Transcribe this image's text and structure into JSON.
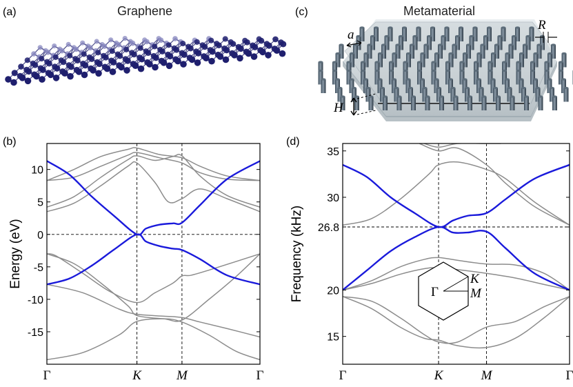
{
  "panels": {
    "a": {
      "label": "(a)",
      "title": "Graphene"
    },
    "b": {
      "label": "(b)"
    },
    "c": {
      "label": "(c)",
      "title": "Metamaterial",
      "dim_a": "a",
      "dim_R": "R",
      "dim_H": "H"
    },
    "d": {
      "label": "(d)"
    }
  },
  "inset": {
    "gamma": "Γ",
    "k": "K",
    "m": "M"
  },
  "colors": {
    "highlight": "#1a1adb",
    "other": "#8c8c8c",
    "atom": "#1f1f6e",
    "atom_light": "#8a8ac0"
  },
  "chart_data": [
    {
      "type": "line",
      "panel": "b",
      "ylabel": "Energy  (eV)",
      "xticks": [
        "Γ",
        "K",
        "M",
        "Γ"
      ],
      "xtick_pos": [
        0,
        1,
        1.5,
        2.366
      ],
      "ylim": [
        -20,
        14
      ],
      "yticks": [
        10,
        5,
        0,
        -5,
        -10,
        -15
      ],
      "hlines": [
        0
      ],
      "vlines": [
        1,
        1.5
      ],
      "series": [
        {
          "role": "highlight",
          "x": [
            0,
            0.25,
            0.5,
            0.75,
            1,
            1.1,
            1.25,
            1.4,
            1.5,
            1.7,
            2.0,
            2.366
          ],
          "y": [
            11.3,
            9.2,
            5.8,
            2.8,
            0,
            0.9,
            1.5,
            1.7,
            1.8,
            4.5,
            8.5,
            11.3
          ]
        },
        {
          "role": "highlight",
          "x": [
            0,
            0.25,
            0.5,
            0.75,
            1,
            1.1,
            1.25,
            1.4,
            1.5,
            1.7,
            2.0,
            2.366
          ],
          "y": [
            -7.7,
            -6.8,
            -4.8,
            -2.3,
            0,
            -1.1,
            -1.8,
            -2.2,
            -2.4,
            -3.8,
            -6.3,
            -7.7
          ]
        },
        {
          "role": "other",
          "x": [
            0,
            0.3,
            0.6,
            0.9,
            1,
            1.25,
            1.5,
            1.7,
            2.0,
            2.366
          ],
          "y": [
            8.3,
            10.0,
            12.0,
            13.1,
            13.3,
            12.3,
            11.8,
            10.5,
            9.0,
            8.3
          ]
        },
        {
          "role": "other",
          "x": [
            0,
            0.3,
            0.6,
            0.9,
            1,
            1.25,
            1.5,
            1.7,
            2.0,
            2.366
          ],
          "y": [
            8.3,
            8.8,
            10.5,
            12.2,
            12.6,
            11.8,
            11.0,
            9.5,
            8.5,
            8.3
          ]
        },
        {
          "role": "other",
          "x": [
            0,
            0.3,
            0.6,
            0.9,
            1,
            1.2,
            1.4,
            1.5,
            1.7,
            2.0,
            2.366
          ],
          "y": [
            4.2,
            5.8,
            8.8,
            11.5,
            12.1,
            11.4,
            12.0,
            12.1,
            9.0,
            6.0,
            4.2
          ]
        },
        {
          "role": "other",
          "x": [
            0,
            0.3,
            0.6,
            0.9,
            1,
            1.2,
            1.35,
            1.5,
            1.7,
            2.0,
            2.366
          ],
          "y": [
            3.5,
            4.8,
            7.5,
            10.5,
            11.0,
            8.0,
            5.0,
            5.5,
            7.0,
            5.5,
            3.5
          ]
        },
        {
          "role": "other",
          "x": [
            0,
            0.1,
            0.4,
            0.7,
            1,
            1.2,
            1.4,
            1.5,
            1.6,
            1.8,
            2.366
          ],
          "y": [
            -3.0,
            -3.3,
            -6.0,
            -8.8,
            -10.5,
            -9.0,
            -7.5,
            -6.4,
            -6.3,
            -5.5,
            -3.0
          ]
        },
        {
          "role": "other",
          "x": [
            0,
            0.3,
            0.6,
            0.9,
            1,
            1.3,
            1.5,
            1.8,
            2.1,
            2.366
          ],
          "y": [
            -3.0,
            -4.5,
            -7.5,
            -11.0,
            -12.5,
            -13.0,
            -13.2,
            -10.0,
            -6.5,
            -3.0
          ]
        },
        {
          "role": "other",
          "x": [
            0,
            0.4,
            0.8,
            1,
            1.3,
            1.5,
            1.7,
            2.0,
            2.366
          ],
          "y": [
            -7.7,
            -9.0,
            -11.5,
            -12.3,
            -12.6,
            -12.8,
            -13.5,
            -14.5,
            -15.8
          ]
        },
        {
          "role": "other",
          "x": [
            0,
            0.4,
            0.8,
            1,
            1.3,
            1.5,
            1.8,
            2.1,
            2.366
          ],
          "y": [
            -19.3,
            -18.2,
            -15.5,
            -13.4,
            -13.0,
            -13.5,
            -15.5,
            -18.0,
            -19.3
          ]
        }
      ]
    },
    {
      "type": "line",
      "panel": "d",
      "ylabel": "Frequency  (kHz)",
      "xticks": [
        "Γ",
        "K",
        "M",
        "Γ"
      ],
      "xtick_pos": [
        0,
        1,
        1.5,
        2.366
      ],
      "ylim": [
        12,
        35.8
      ],
      "yticks": [
        35,
        30,
        26.8,
        20,
        15
      ],
      "hlines": [
        26.8
      ],
      "vlines": [
        1,
        1.5
      ],
      "series": [
        {
          "role": "highlight",
          "x": [
            0,
            0.25,
            0.5,
            0.75,
            1,
            1.15,
            1.3,
            1.5,
            1.7,
            2.0,
            2.366
          ],
          "y": [
            33.5,
            32.2,
            30.0,
            28.3,
            26.8,
            27.5,
            28.0,
            28.3,
            29.8,
            32.0,
            33.5
          ]
        },
        {
          "role": "highlight",
          "x": [
            0,
            0.25,
            0.5,
            0.75,
            1,
            1.15,
            1.3,
            1.5,
            1.7,
            2.0,
            2.366
          ],
          "y": [
            20.0,
            22.1,
            24.2,
            25.7,
            26.8,
            26.2,
            26.2,
            26.3,
            24.5,
            21.8,
            20.0
          ]
        },
        {
          "role": "other",
          "x": [
            0,
            0.3,
            0.6,
            0.9,
            1,
            1.2,
            1.5,
            1.7,
            2.0,
            2.366
          ],
          "y": [
            27.0,
            27.7,
            29.8,
            32.5,
            33.5,
            33.8,
            33.0,
            32.0,
            29.5,
            27.0
          ]
        },
        {
          "role": "other",
          "x": [
            0.8,
            1,
            1.2,
            1.5,
            1.7,
            2.0,
            2.366
          ],
          "y": [
            35.8,
            35.0,
            35.3,
            33.5,
            31.5,
            29.0,
            27.0
          ]
        },
        {
          "role": "other",
          "x": [
            0.85,
            1,
            1.2,
            1.5,
            1.65
          ],
          "y": [
            35.8,
            35.4,
            35.8,
            35.8,
            35.8
          ]
        },
        {
          "role": "other",
          "x": [
            0,
            0.3,
            0.6,
            0.85,
            1,
            1.2,
            1.5,
            1.8,
            2.1,
            2.366
          ],
          "y": [
            20.0,
            21.0,
            22.5,
            23.3,
            23.5,
            23.2,
            22.8,
            22.7,
            21.8,
            20.0
          ]
        },
        {
          "role": "other",
          "x": [
            0,
            0.3,
            0.6,
            0.85,
            1,
            1.2,
            1.5,
            1.8,
            2.1,
            2.366
          ],
          "y": [
            20.0,
            20.7,
            21.7,
            22.3,
            22.4,
            22.2,
            21.8,
            21.3,
            20.6,
            20.0
          ]
        },
        {
          "role": "other",
          "x": [
            0,
            0.3,
            0.6,
            0.85,
            1,
            1.2,
            1.5,
            1.8,
            2.1,
            2.366
          ],
          "y": [
            19.3,
            18.8,
            17.0,
            15.2,
            14.4,
            14.4,
            16.0,
            16.6,
            18.2,
            19.3
          ]
        },
        {
          "role": "other",
          "x": [
            0,
            0.3,
            0.6,
            0.85,
            1,
            1.2,
            1.5,
            1.8,
            2.1,
            2.366
          ],
          "y": [
            19.3,
            18.0,
            16.0,
            14.8,
            14.6,
            14.0,
            13.8,
            14.8,
            17.0,
            19.3
          ]
        }
      ]
    }
  ]
}
